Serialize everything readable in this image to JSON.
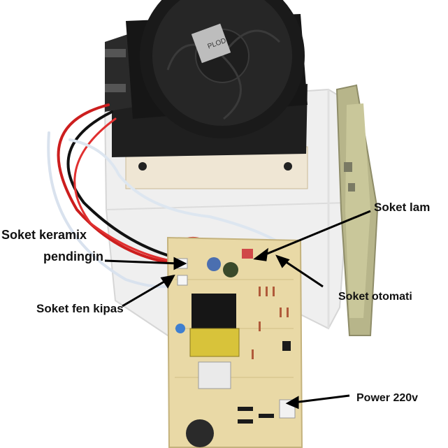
{
  "labels": {
    "soket_lampu": "Soket lam",
    "soket_keramik_line1": "Soket keramix",
    "soket_keramik_line2": "pendingin",
    "soket_fan": "Soket fen kipas",
    "soket_otomatis": "Soket otomati",
    "power": "Power 220v"
  },
  "fan": {
    "brand_text": "PLOD"
  }
}
